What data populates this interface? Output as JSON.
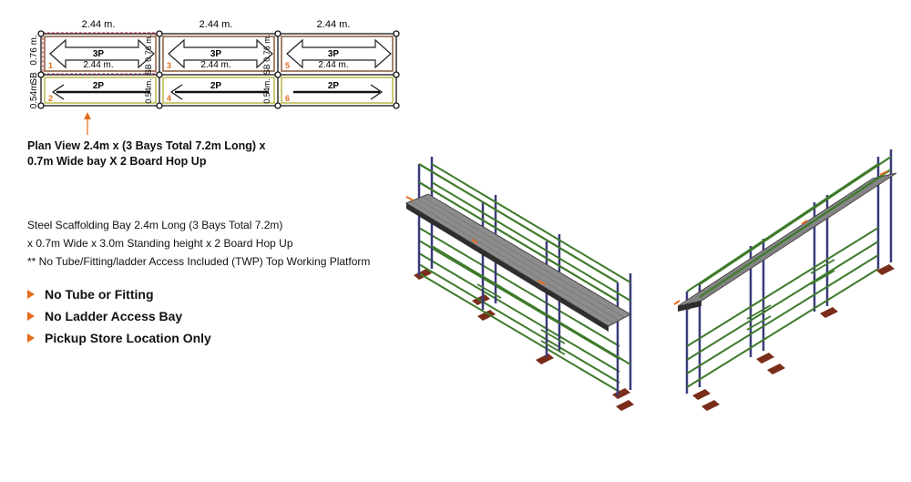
{
  "plan": {
    "top_dims": [
      "2.44 m.",
      "2.44 m.",
      "2.44 m."
    ],
    "side_labels": [
      "0.76 m.",
      "SB",
      "0.54m."
    ],
    "bays_top": [
      {
        "num": "1",
        "boards": "3P",
        "dim": "2.44 m."
      },
      {
        "num": "3",
        "boards": "3P",
        "dim": "2.44 m."
      },
      {
        "num": "5",
        "boards": "3P",
        "dim": "2.44 m."
      }
    ],
    "bays_bottom": [
      {
        "num": "2",
        "boards": "2P"
      },
      {
        "num": "4",
        "boards": "2P"
      },
      {
        "num": "6",
        "boards": "2P"
      }
    ],
    "inner_side_labels": [
      "SB 0.76 m.",
      "0.54m."
    ],
    "colors": {
      "accent": "#e46d1e",
      "bay_top_border": "#8a5a3a",
      "bay_bottom_border": "#b8b84a"
    }
  },
  "caption": {
    "line1": "Plan View 2.4m x (3 Bays Total 7.2m Long) x",
    "line2": "0.7m Wide bay X 2 Board Hop Up"
  },
  "description": {
    "line1": "Steel Scaffolding Bay 2.4m Long (3 Bays Total 7.2m)",
    "line2": "x 0.7m Wide x 3.0m Standing height x 2 Board Hop Up",
    "line3": "** No Tube/Fitting/ladder Access Included (TWP) Top Working Platform"
  },
  "bullets": [
    "No Tube or Fitting",
    "No Ladder Access Bay",
    "Pickup Store Location Only"
  ],
  "colors": {
    "frame_green": "#3e7a2a",
    "deck_grey": "#8c8c8c",
    "base_plate": "#7a2e1a",
    "standard_blue": "#3a3a7a",
    "accent": "#e46d1e"
  }
}
